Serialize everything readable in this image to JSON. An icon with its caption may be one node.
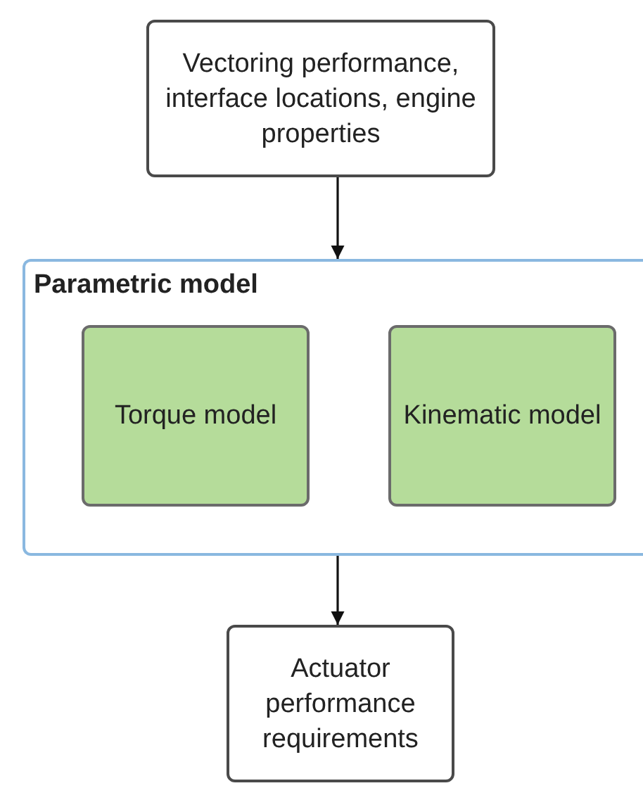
{
  "diagram": {
    "nodes": [
      {
        "text": [
          "Vectoring performance, interface locations, engine properties"
        ]
      },
      {
        "text": [
          "Parametric model"
        ]
      },
      {
        "text": [
          "Torque model"
        ],
        "in": 1
      },
      {
        "text": [
          "Kinematic model"
        ],
        "in": 1
      },
      {
        "text": [
          "Actuator performance requirements"
        ]
      }
    ],
    "edges": [
      {
        "from": 0,
        "to": 1,
        "arrow": "to"
      },
      {
        "from": 1,
        "to": 4,
        "arrow": "to"
      }
    ]
  }
}
